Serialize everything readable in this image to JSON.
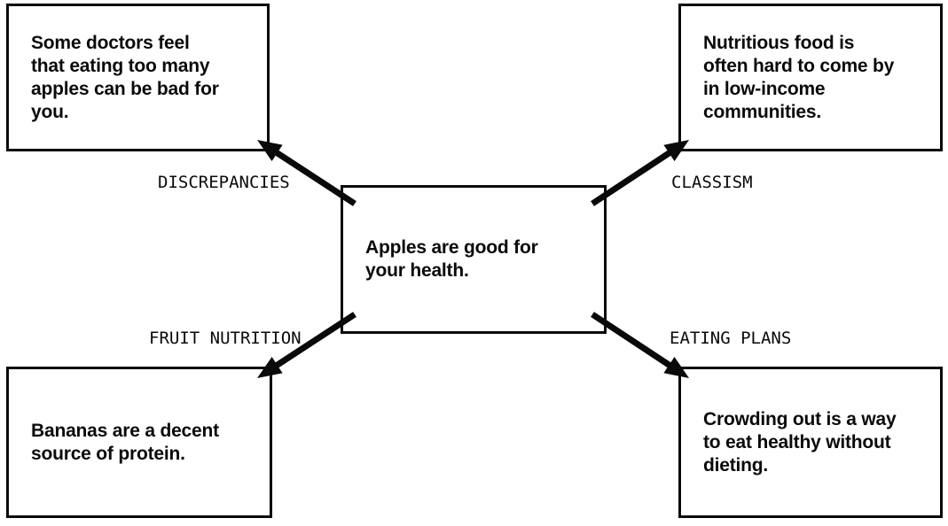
{
  "diagram": {
    "center": {
      "text": "Apples are good for\nyour health."
    },
    "nodes": [
      {
        "id": "discrepancies",
        "label": "DISCREPANCIES",
        "text": "Some doctors feel\nthat eating too many\napples can be bad for\nyou."
      },
      {
        "id": "classism",
        "label": "CLASSISM",
        "text": "Nutritious food is\noften hard to come by\nin low-income\ncommunities."
      },
      {
        "id": "fruit-nutrition",
        "label": "FRUIT NUTRITION",
        "text": "Bananas are a decent\nsource of protein."
      },
      {
        "id": "eating-plans",
        "label": "EATING PLANS",
        "text": "Crowding out is a way\nto eat healthy without\ndieting."
      }
    ],
    "colors": {
      "ink": "#0a0a0a",
      "background": "#ffffff"
    }
  }
}
